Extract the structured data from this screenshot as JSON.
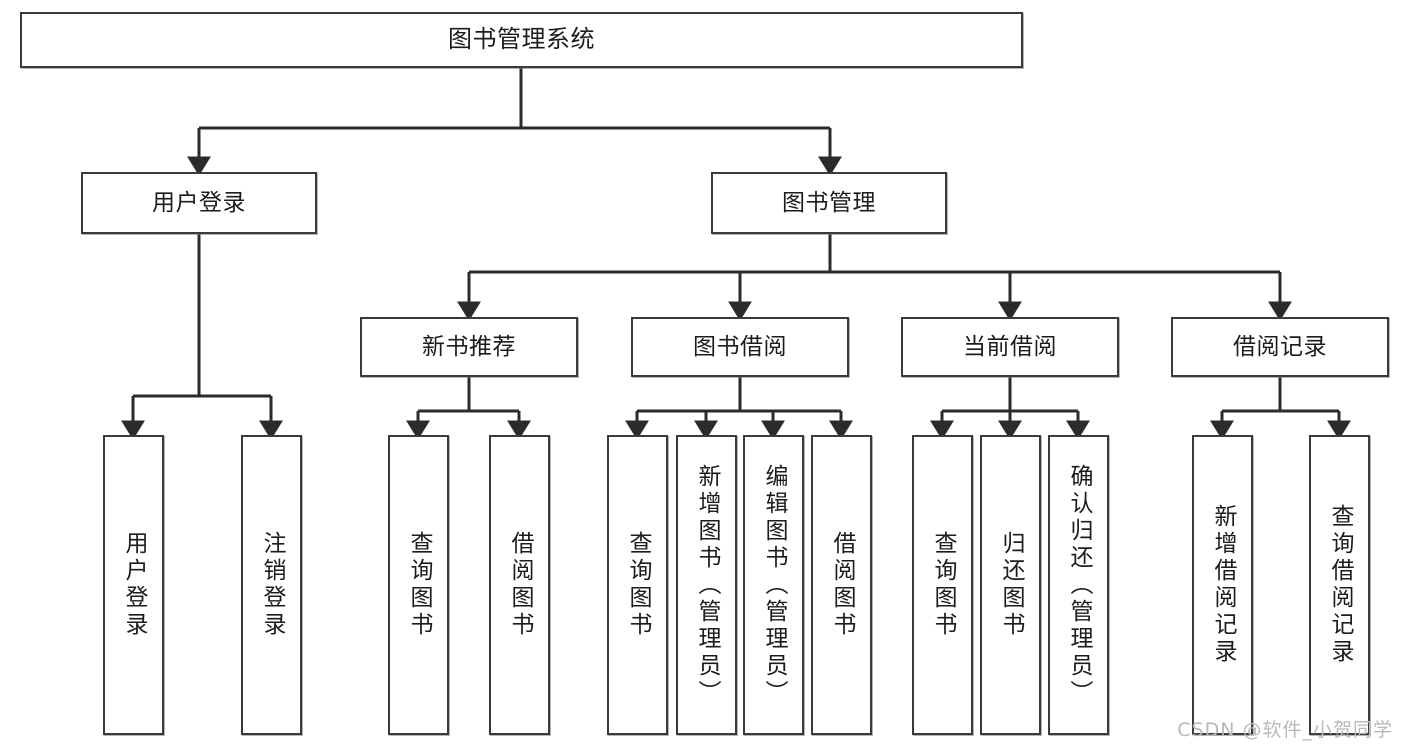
{
  "diagram": {
    "title": "图书管理系统",
    "type": "hierarchy-tree",
    "watermark": "CSDN @软件_小贺同学",
    "colors": {
      "box_border": "#3a3a3a",
      "box_fill": "#ffffff",
      "connector": "#2b2b2b",
      "text": "#1c1c1c",
      "watermark": "#b9b9b9"
    },
    "levels": [
      {
        "level": 1,
        "nodes": [
          {
            "id": "root",
            "label": "图书管理系统",
            "orientation": "horizontal"
          }
        ]
      },
      {
        "level": 2,
        "nodes": [
          {
            "id": "user-login",
            "label": "用户登录",
            "orientation": "horizontal",
            "parent": "root"
          },
          {
            "id": "book-manage",
            "label": "图书管理",
            "orientation": "horizontal",
            "parent": "root"
          }
        ]
      },
      {
        "level": 3,
        "nodes": [
          {
            "id": "new-book-rec",
            "label": "新书推荐",
            "orientation": "horizontal",
            "parent": "book-manage"
          },
          {
            "id": "book-borrow",
            "label": "图书借阅",
            "orientation": "horizontal",
            "parent": "book-manage"
          },
          {
            "id": "current-borrow",
            "label": "当前借阅",
            "orientation": "horizontal",
            "parent": "book-manage"
          },
          {
            "id": "borrow-record",
            "label": "借阅记录",
            "orientation": "horizontal",
            "parent": "book-manage"
          }
        ]
      },
      {
        "level": 4,
        "nodes": [
          {
            "id": "leaf-user-login",
            "label": "用户登录",
            "orientation": "vertical",
            "parent": "user-login"
          },
          {
            "id": "leaf-user-logout",
            "label": "注销登录",
            "orientation": "vertical",
            "parent": "user-login"
          },
          {
            "id": "leaf-query-book-1",
            "label": "查询图书",
            "orientation": "vertical",
            "parent": "new-book-rec"
          },
          {
            "id": "leaf-borrow-book-1",
            "label": "借阅图书",
            "orientation": "vertical",
            "parent": "new-book-rec"
          },
          {
            "id": "leaf-query-book-2",
            "label": "查询图书",
            "orientation": "vertical",
            "parent": "book-borrow"
          },
          {
            "id": "leaf-add-book",
            "label": "新增图书（管理员）",
            "orientation": "vertical",
            "parent": "book-borrow"
          },
          {
            "id": "leaf-edit-book",
            "label": "编辑图书（管理员）",
            "orientation": "vertical",
            "parent": "book-borrow"
          },
          {
            "id": "leaf-borrow-book-2",
            "label": "借阅图书",
            "orientation": "vertical",
            "parent": "book-borrow"
          },
          {
            "id": "leaf-query-book-3",
            "label": "查询图书",
            "orientation": "vertical",
            "parent": "current-borrow"
          },
          {
            "id": "leaf-return-book",
            "label": "归还图书",
            "orientation": "vertical",
            "parent": "current-borrow"
          },
          {
            "id": "leaf-confirm-return",
            "label": "确认归还（管理员）",
            "orientation": "vertical",
            "parent": "current-borrow"
          },
          {
            "id": "leaf-add-record",
            "label": "新增借阅记录",
            "orientation": "vertical",
            "parent": "borrow-record"
          },
          {
            "id": "leaf-query-record",
            "label": "查询借阅记录",
            "orientation": "vertical",
            "parent": "borrow-record"
          }
        ]
      }
    ]
  }
}
